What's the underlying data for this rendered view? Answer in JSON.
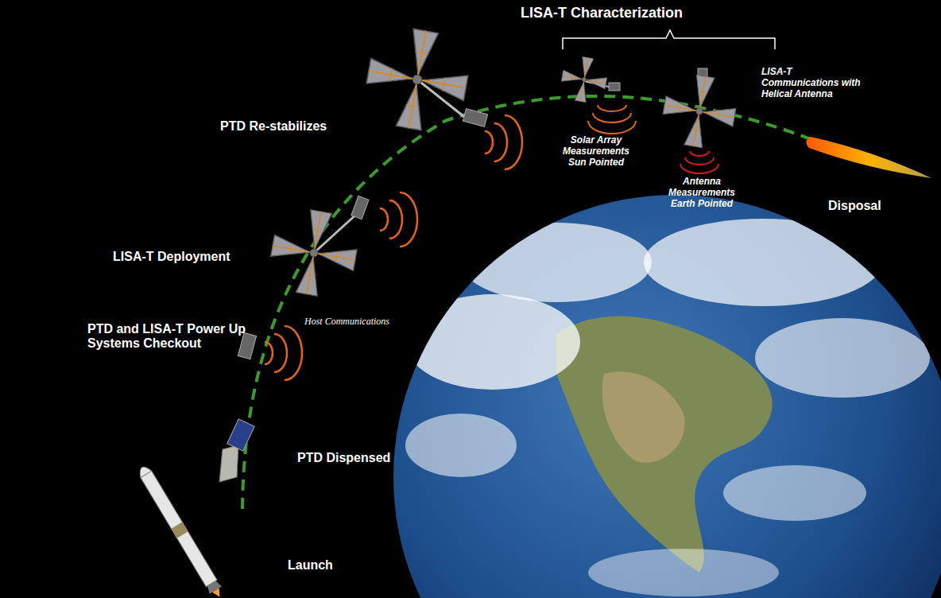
{
  "diagram": {
    "labels": [
      "LISA-T Characterization",
      "PTD Re-stabilizes",
      "Solar Array Measurements Sun Pointed",
      "Antenna Measurements Earth Pointed",
      "LISA-T Communications with Helical Antenna",
      "Disposal",
      "LISA-T Deployment",
      "Host Communications",
      "PTD and LISA-T Power Up Systems Checkout",
      "PTD Dispensed",
      "Launch"
    ]
  }
}
